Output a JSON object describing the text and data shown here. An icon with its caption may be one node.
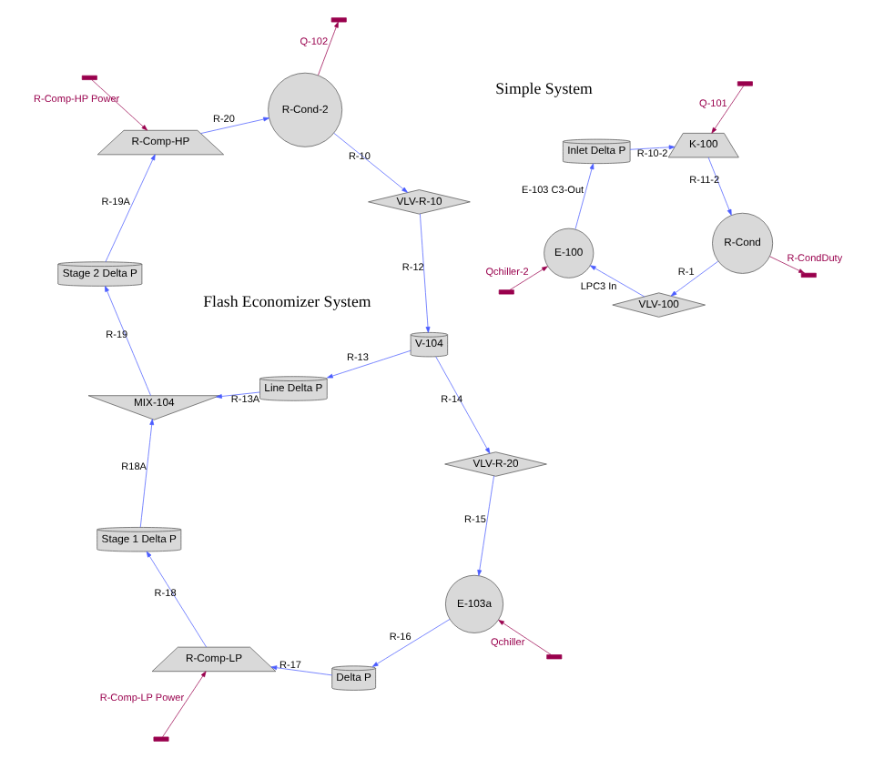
{
  "diagram": {
    "nodes": [
      {
        "text": [
          "R-Cond"
        ]
      },
      {
        "text": [
          "VLV-100"
        ]
      },
      {
        "text": [
          "E-100"
        ]
      },
      {
        "text": [
          "Inlet Delta P"
        ]
      },
      {
        "text": [
          "K-100"
        ]
      },
      {
        "text": [
          "R-Cond-2"
        ]
      },
      {
        "text": [
          "VLV-R-10"
        ]
      },
      {
        "text": [
          "V-104"
        ]
      },
      {
        "text": [
          "Line Delta P"
        ]
      },
      {
        "text": [
          "MIX-104"
        ]
      },
      {
        "text": [
          "Stage 2 Delta P"
        ]
      },
      {
        "text": [
          "R-Comp-HP"
        ]
      },
      {
        "text": [
          "VLV-R-20"
        ]
      },
      {
        "text": [
          "E-103a"
        ]
      },
      {
        "text": [
          "Delta P"
        ]
      },
      {
        "text": [
          "R-Comp-LP"
        ]
      },
      {
        "text": [
          "Stage 1 Delta P"
        ]
      }
    ],
    "edges": [
      {
        "from": 4,
        "to": 0,
        "arrow": "to",
        "label": "R-11-2"
      },
      {
        "from": 0,
        "to": 1,
        "arrow": "to",
        "label": "R-1"
      },
      {
        "from": 1,
        "to": 2,
        "arrow": "to",
        "label": "LPC3 In"
      },
      {
        "from": 2,
        "to": 3,
        "arrow": "to",
        "label": "E-103 C3-Out"
      },
      {
        "from": 3,
        "to": 4,
        "arrow": "to",
        "label": "R-10-2"
      },
      {
        "from": 0,
        "to": null,
        "arrow": "to",
        "label": "R-CondDuty",
        "color": "#99004d"
      },
      {
        "from": null,
        "to": 4,
        "arrow": "to",
        "label": "Q-101",
        "color": "#99004d"
      },
      {
        "from": null,
        "to": 2,
        "arrow": "to",
        "label": "Qchiller-2",
        "color": "#99004d"
      },
      {
        "from": 11,
        "to": 5,
        "arrow": "to",
        "label": "R-20"
      },
      {
        "from": 5,
        "to": 6,
        "arrow": "to",
        "label": "R-10"
      },
      {
        "from": 6,
        "to": 7,
        "arrow": "to",
        "label": "R-12"
      },
      {
        "from": 7,
        "to": 8,
        "arrow": "to",
        "label": "R-13"
      },
      {
        "from": 8,
        "to": 9,
        "arrow": "to",
        "label": "R-13A"
      },
      {
        "from": 7,
        "to": 12,
        "arrow": "to",
        "label": "R-14"
      },
      {
        "from": 12,
        "to": 13,
        "arrow": "to",
        "label": "R-15"
      },
      {
        "from": 13,
        "to": 14,
        "arrow": "to",
        "label": "R-16"
      },
      {
        "from": 14,
        "to": 15,
        "arrow": "to",
        "label": "R-17"
      },
      {
        "from": 15,
        "to": 16,
        "arrow": "to",
        "label": "R-18"
      },
      {
        "from": 16,
        "to": 9,
        "arrow": "to",
        "label": "R18A"
      },
      {
        "from": 9,
        "to": 10,
        "arrow": "to",
        "label": "R-19"
      },
      {
        "from": 10,
        "to": 11,
        "arrow": "to",
        "label": "R-19A"
      },
      {
        "from": 5,
        "to": null,
        "arrow": "to",
        "label": "Q-102",
        "color": "#99004d"
      },
      {
        "from": null,
        "to": 11,
        "arrow": "to",
        "label": "R-Comp-HP Power",
        "color": "#99004d"
      },
      {
        "from": null,
        "to": 15,
        "arrow": "to",
        "label": "R-Comp-LP Power",
        "color": "#99004d"
      },
      {
        "from": null,
        "to": 13,
        "arrow": "to",
        "label": "Qchiller",
        "color": "#99004d"
      }
    ],
    "labels": [
      "Simple System",
      "Flash Economizer System"
    ]
  }
}
